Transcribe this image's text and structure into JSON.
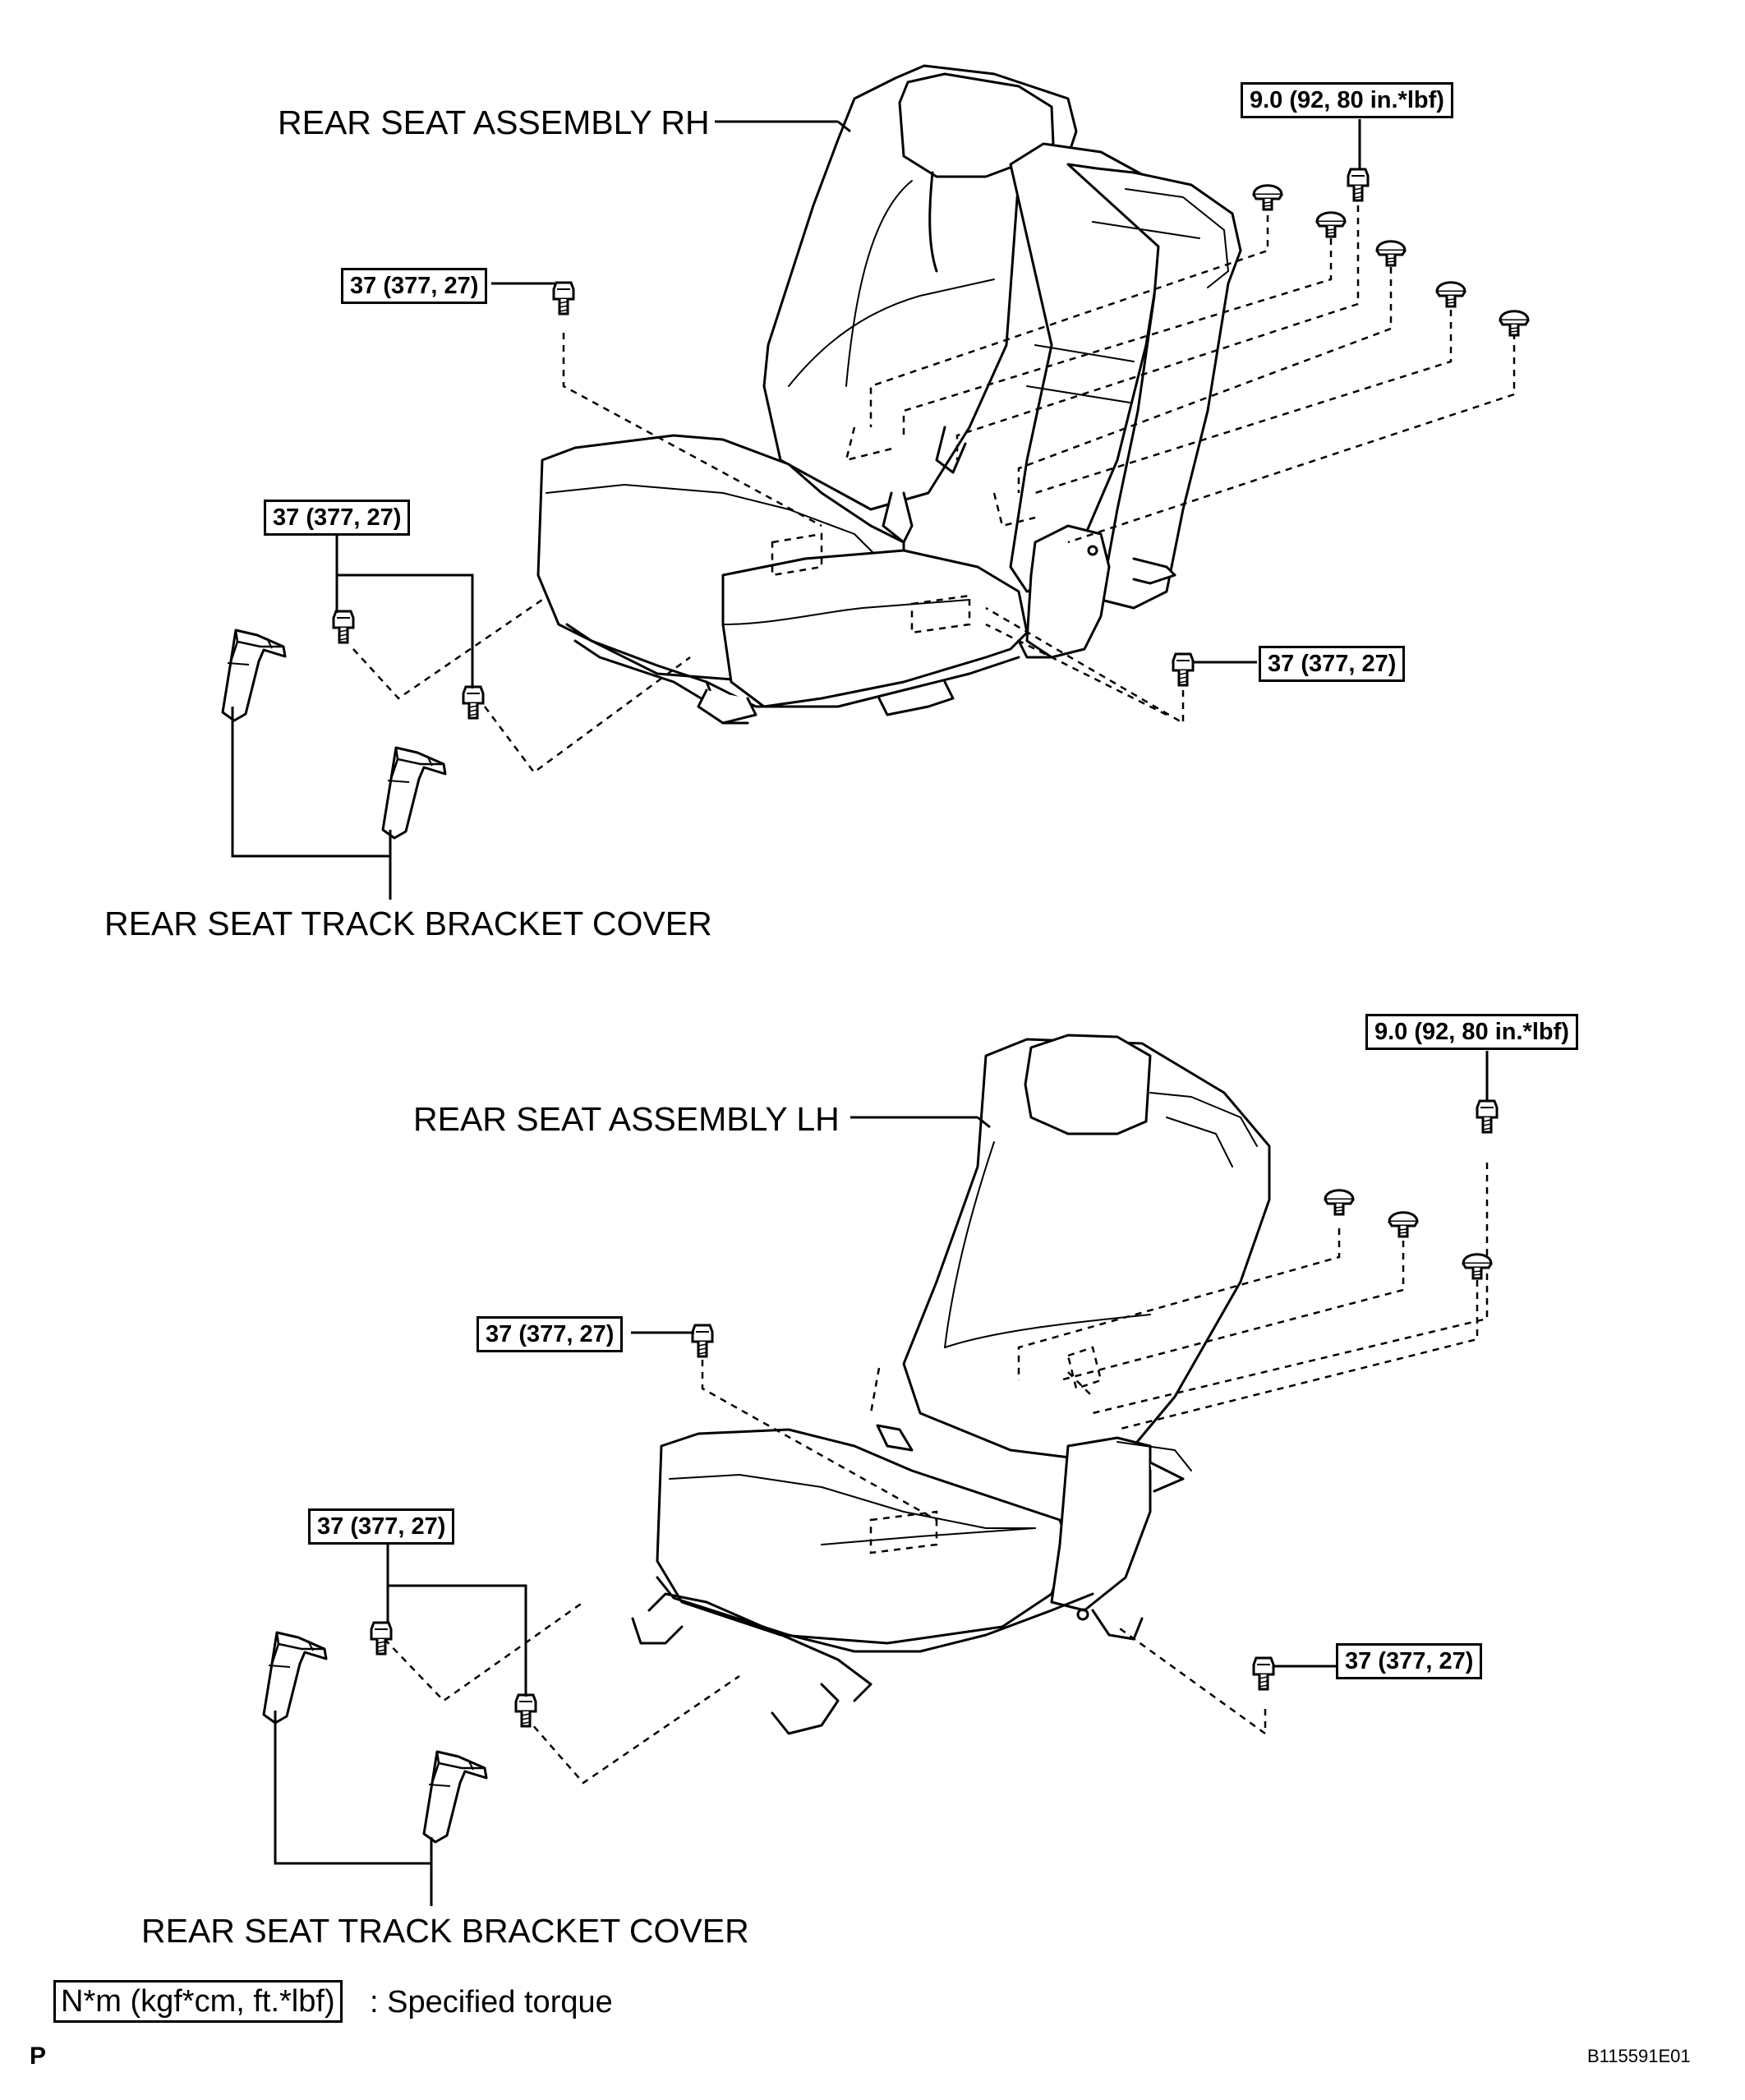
{
  "rh": {
    "assembly_label": "REAR SEAT ASSEMBLY RH",
    "cover_label": "REAR SEAT TRACK BRACKET COVER",
    "torque_top": "9.0 (92, 80 in.*lbf)",
    "torque_seat_bolt": "37 (377, 27)",
    "torque_cover_bolts": "37 (377, 27)",
    "torque_rear_bolt": "37 (377, 27)"
  },
  "lh": {
    "assembly_label": "REAR SEAT ASSEMBLY LH",
    "cover_label": "REAR SEAT TRACK BRACKET COVER",
    "torque_top": "9.0 (92, 80 in.*lbf)",
    "torque_seat_bolt": "37 (377, 27)",
    "torque_cover_bolts": "37 (377, 27)",
    "torque_rear_bolt": "37 (377, 27)"
  },
  "legend": {
    "unit_box": "N*m (kgf*cm, ft.*lbf)",
    "meaning": ": Specified torque"
  },
  "footer": {
    "left_mark": "P",
    "figure_code": "B115591E01"
  }
}
